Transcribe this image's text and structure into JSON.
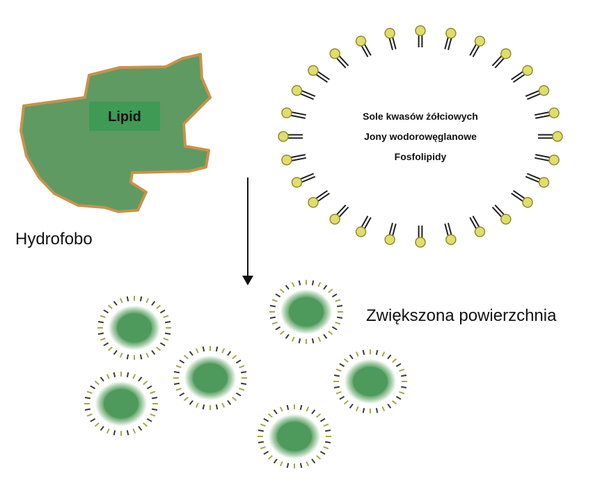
{
  "lipid": {
    "label": "Lipid",
    "fill": "#5f9a62",
    "outline": "#c8924a",
    "label_bg": "#3f9a55"
  },
  "hydrophobic_caption": "Hydrofobo",
  "surface_caption": "Zwiększona powierzchnia",
  "emulsifier_ring": {
    "agents": [
      "Sole kwasów żółciowych",
      "Jony wodorowęglanowe",
      "Fosfolipidy"
    ],
    "head_color": "#e0de6a",
    "head_stroke": "#8e8c2e",
    "tail_color": "#1e1e1e"
  },
  "droplet_color": "#4e9a5c",
  "droplet_count": 6
}
